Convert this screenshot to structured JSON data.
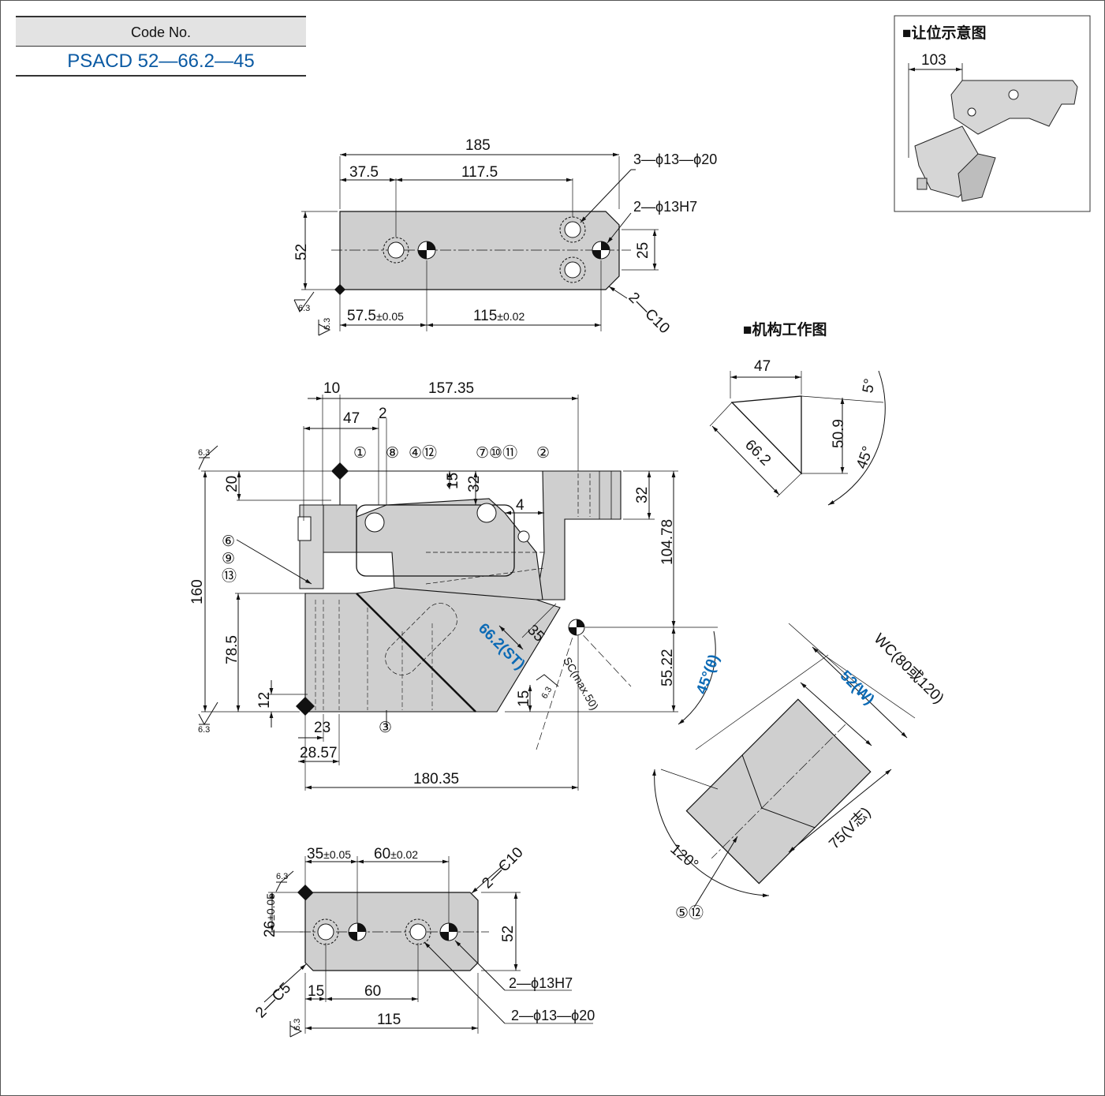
{
  "code_table": {
    "header": "Code No.",
    "value": "PSACD 52—66.2—45"
  },
  "inset": {
    "title": "■让位示意图",
    "dim": "103"
  },
  "mechanism": {
    "title": "■机构工作图",
    "d47": "47",
    "d662": "66.2",
    "d509": "50.9",
    "a5": "5°",
    "a45": "45°"
  },
  "top_view": {
    "d185": "185",
    "d375": "37.5",
    "d1175": "117.5",
    "d52": "52",
    "d25": "25",
    "d575": "57.5",
    "tol575": "±0.05",
    "d115": "115",
    "tol115": "±0.02",
    "holes_a": "3—ϕ13—ϕ20",
    "holes_b": "2—ϕ13H7",
    "chamfer": "2—C10",
    "rough": "6.3"
  },
  "front_view": {
    "d10": "10",
    "d15735": "157.35",
    "d47": "47",
    "d2": "2",
    "d20": "20",
    "d15": "15",
    "d32a": "32",
    "d32b": "32",
    "d4": "4",
    "d160": "160",
    "d10478": "104.78",
    "d785": "78.5",
    "d12": "12",
    "d5522": "55.22",
    "d23": "23",
    "d2857": "28.57",
    "d18035": "180.35",
    "d35": "35",
    "d15b": "15",
    "st": "66.2(ST)",
    "sc": "SC(max.50)",
    "angle": "45°(θ)",
    "rough": "6.3",
    "parts": [
      "①",
      "⑧",
      "④⑫",
      "⑦⑩⑪",
      "②",
      "⑥",
      "⑨",
      "⑬",
      "③"
    ]
  },
  "side_view": {
    "wc": "WC(80或120)",
    "w": "52(W)",
    "v": "75(V志)",
    "a120": "120°",
    "part": "⑤⑫"
  },
  "bottom_view": {
    "d35": "35",
    "tol35": "±0.05",
    "d60": "60",
    "tol60": "±0.02",
    "chamfer_top": "2—C10",
    "d26": "26",
    "tol26": "±0.05",
    "d52": "52",
    "chamfer_bot": "2—C5",
    "d15": "15",
    "d60b": "60",
    "d115": "115",
    "holes_a": "2—ϕ13H7",
    "holes_b": "2—ϕ13—ϕ20",
    "rough": "6.3"
  }
}
